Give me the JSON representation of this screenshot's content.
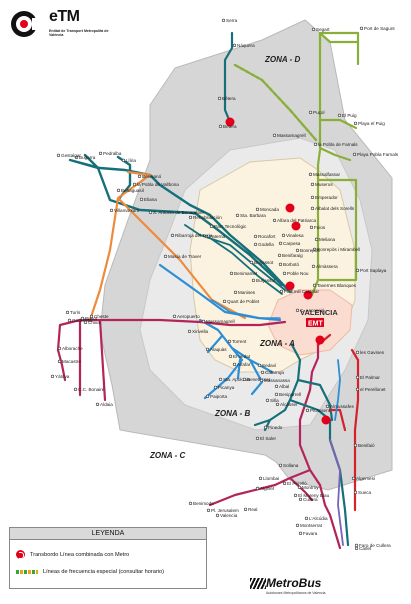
{
  "header": {
    "logo": "eTM",
    "subtitle": "Entitat de Transport Metropolità de València"
  },
  "zones": {
    "a": "ZONA - A",
    "b": "ZONA - B",
    "c": "ZONA - C",
    "d": "ZONA - D"
  },
  "city_label": "VALENCIA",
  "emt_label": "EMT",
  "legend": {
    "title": "LEYENDA",
    "items": [
      {
        "icon": "metro-transfer-icon",
        "label": "Transbordo Línea combinada con Metro"
      },
      {
        "icon": "dashed-line-icon",
        "label": "Líneas de frecuencia especial (consultar horario)"
      }
    ]
  },
  "metrobus": {
    "name": "MetroBus",
    "subtitle": "Autobuses Metropolitanos de Valencia"
  },
  "colors": {
    "zone_a_fill": "#fbf3e0",
    "zone_b_fill": "#e9e9e9",
    "zone_c_fill": "#d5d5d5",
    "line_teal": "#16707a",
    "line_blue": "#2c8fd6",
    "line_orange": "#ee8a3c",
    "line_green": "#8aae3a",
    "line_magenta": "#b3245b",
    "line_red": "#d6202a",
    "metro_red": "#e2001a"
  },
  "stops": [
    "Serra",
    "Náquera",
    "Bétera",
    "Segart",
    "Port de Sagunt",
    "Puçol",
    "El Puig",
    "Playa el Puig",
    "Massamagrell",
    "la Pobla de Farnals",
    "Playa Pobla Farnals",
    "Massalfassar",
    "Museros",
    "Emperador",
    "Albalat dels Sorells",
    "Foios",
    "Meliana",
    "Bonrepòs i Mirambell",
    "Almàssera",
    "Port Saplaya",
    "Tavernes Blanques",
    "Moncada",
    "Alfara del Patriarca",
    "Vinalesa",
    "Rocafort",
    "Godella",
    "Burjassot",
    "Benifaraig",
    "Borbotó",
    "Poble Nou",
    "Carpesa",
    "Bonrepòs",
    "Pl. Emili Castelar",
    "Bétera",
    "Llíria",
    "Benisanó",
    "la Pobla de Vallbona",
    "Benaguasil",
    "Eliana",
    "Villamarxant",
    "S. Antonio de Benagéber",
    "Pedralba",
    "Bugarra",
    "Gestalgar",
    "Paterna",
    "Parc Tecnològic",
    "Sta. Barbara",
    "Ribarroja del Turia",
    "Masía de Traver",
    "Manises",
    "Quart de Poblet",
    "Aeropuerto",
    "Rehabilitación",
    "Benimamet",
    "Burjassot",
    "Turís",
    "Godelleta",
    "Buñol",
    "Chiva",
    "Cheste",
    "Alborache",
    "Macastre",
    "Yátova",
    "C.C. Bonaire",
    "Aldaia",
    "Xirivella",
    "Alaquàs",
    "Torrent",
    "El Vedat",
    "Sta. Apolonia",
    "Picanya",
    "Paiporta",
    "Benetússer",
    "Alfafar",
    "Sedaví",
    "Massanassa",
    "Catarroja",
    "Albal",
    "Beniparrell",
    "Silla",
    "Alcàsser",
    "Picassent",
    "Pinedo",
    "El Saler",
    "les Gavines",
    "El Palmar",
    "el Perellonet",
    "Almussafes",
    "Benifaió",
    "Sollana",
    "El Perelló",
    "El Mareny Blau",
    "Algemesí",
    "Sueca",
    "Cullera",
    "Favara",
    "Faro de Cullera",
    "L'Alcúdia",
    "Carlet",
    "Llombai",
    "Alginet",
    "Benimodo",
    "Montroy",
    "Montserrat",
    "Real",
    "Valencia",
    "Pl. Jerusalem",
    "C. Ascensió",
    "Massamagrell"
  ]
}
